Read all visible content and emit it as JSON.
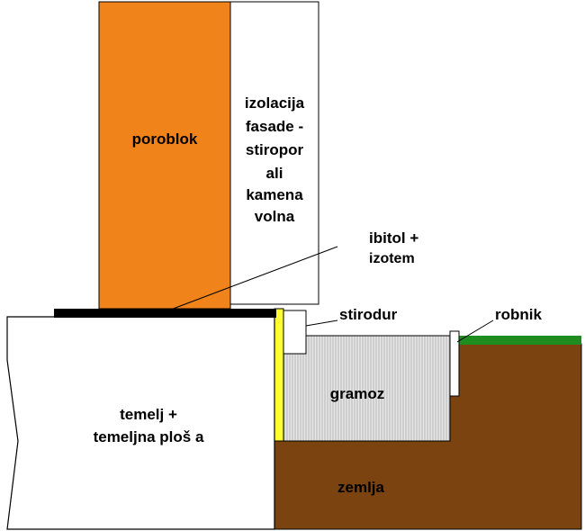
{
  "labels": {
    "poroblok": "poroblok",
    "izolacija_lines": [
      "izolacija",
      "fasade -",
      "stiropor",
      "ali",
      "kamena",
      "volna"
    ],
    "ibitol_lines": [
      "ibitol +",
      "izotem"
    ],
    "stirodur": "stirodur",
    "robnik": "robnik",
    "gramoz": "gramoz",
    "temelj_lines": [
      "temelj +",
      "temeljna ploš a"
    ],
    "zemlja": "zemlja"
  },
  "colors": {
    "poroblok": "#F0841A",
    "insulation": "#FFFFFF",
    "membrane": "#000000",
    "waterproof_strip": "#FFFF33",
    "gravel": "#E6E6E6",
    "soil": "#7A4310",
    "grass": "#1E8C1E",
    "foundation": "#FFFFFF",
    "outline": "#000000"
  }
}
